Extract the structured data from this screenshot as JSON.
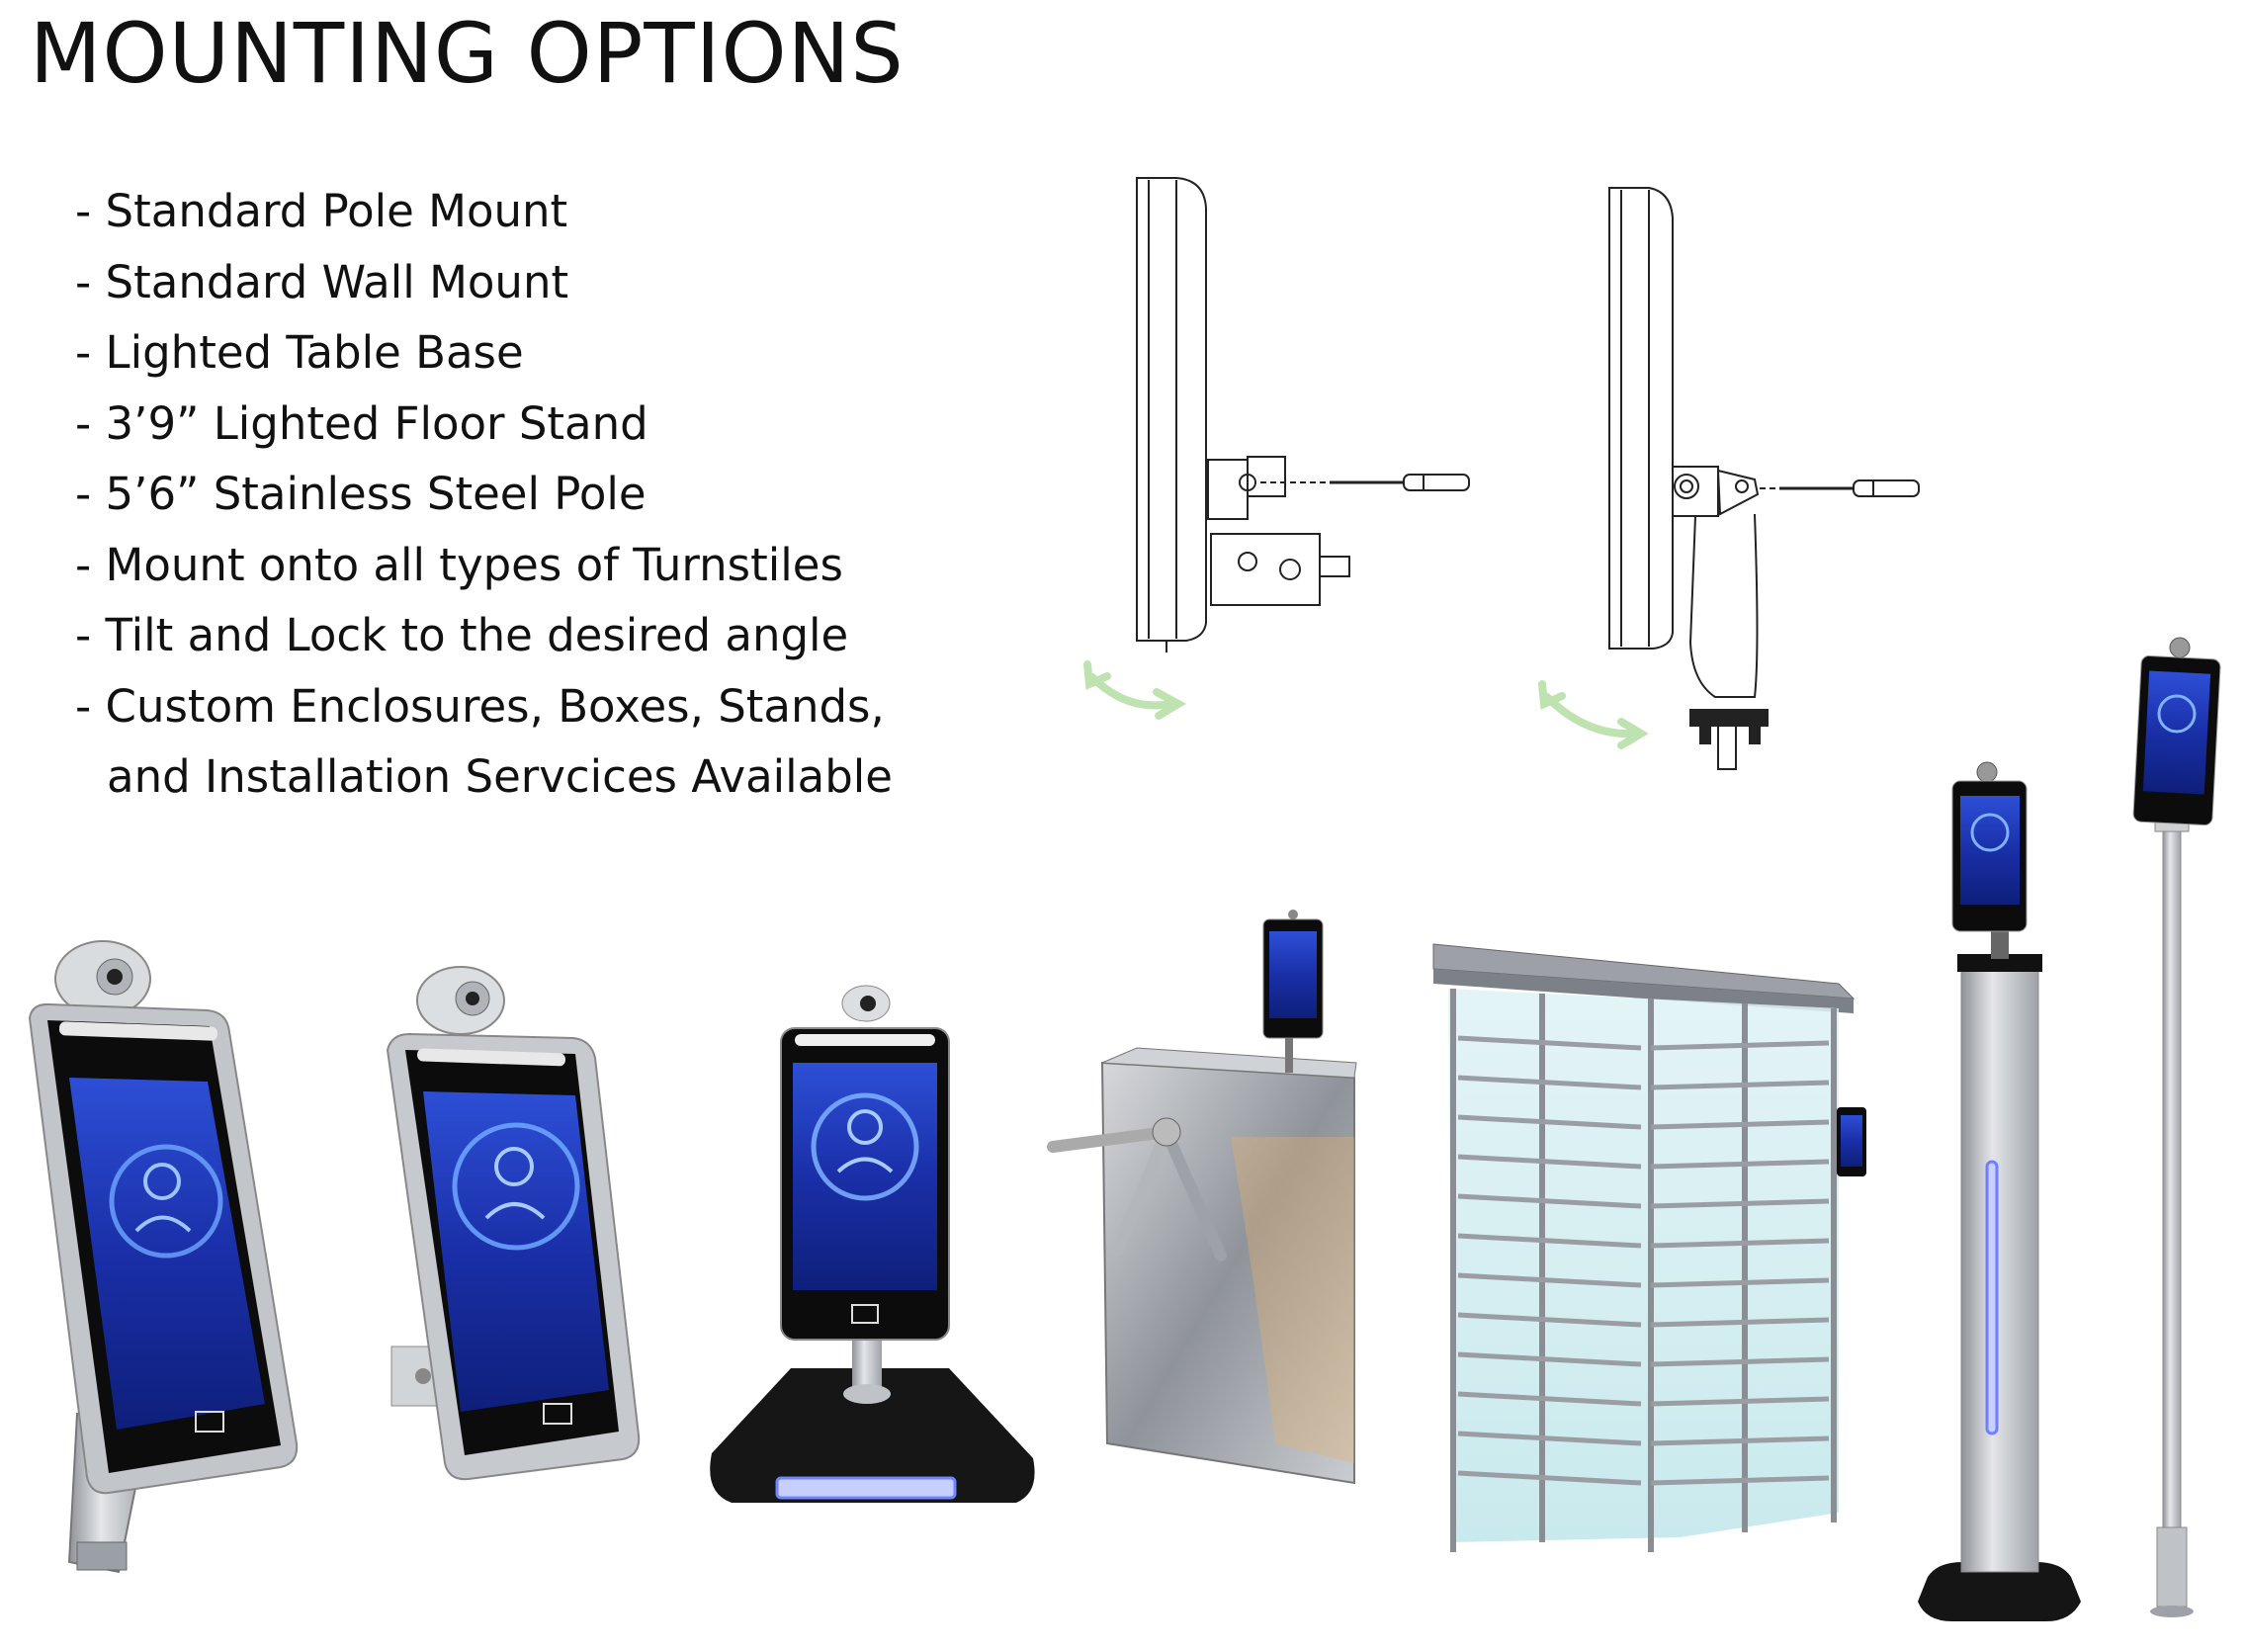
{
  "page": {
    "title": "MOUNTING OPTIONS"
  },
  "features": [
    "- Standard Pole Mount",
    "- Standard Wall Mount",
    "- Lighted Table Base",
    "- 3’9” Lighted Floor Stand",
    "- 5’6” Stainless Steel Pole",
    "- Mount onto all types of Turnstiles",
    "- Tilt and Lock to the desired angle",
    "- Custom Enclosures, Boxes, Stands,",
    "and Installation Servcices Available"
  ],
  "colors": {
    "screen": "#1a2fa8",
    "screen_glow": "#3a6ff0",
    "frame": "#b8bcc2",
    "bezel": "#111111",
    "steel": "#a9adb3",
    "arrow": "#bfe3b0",
    "base": "#1a1a1a",
    "led": "#b9c4ff"
  },
  "icons": {
    "tilt_arrow": "curved-double-arrow-icon",
    "screwdriver": "screwdriver-icon",
    "card_reader": "card-tap-icon",
    "face": "face-silhouette-icon"
  }
}
